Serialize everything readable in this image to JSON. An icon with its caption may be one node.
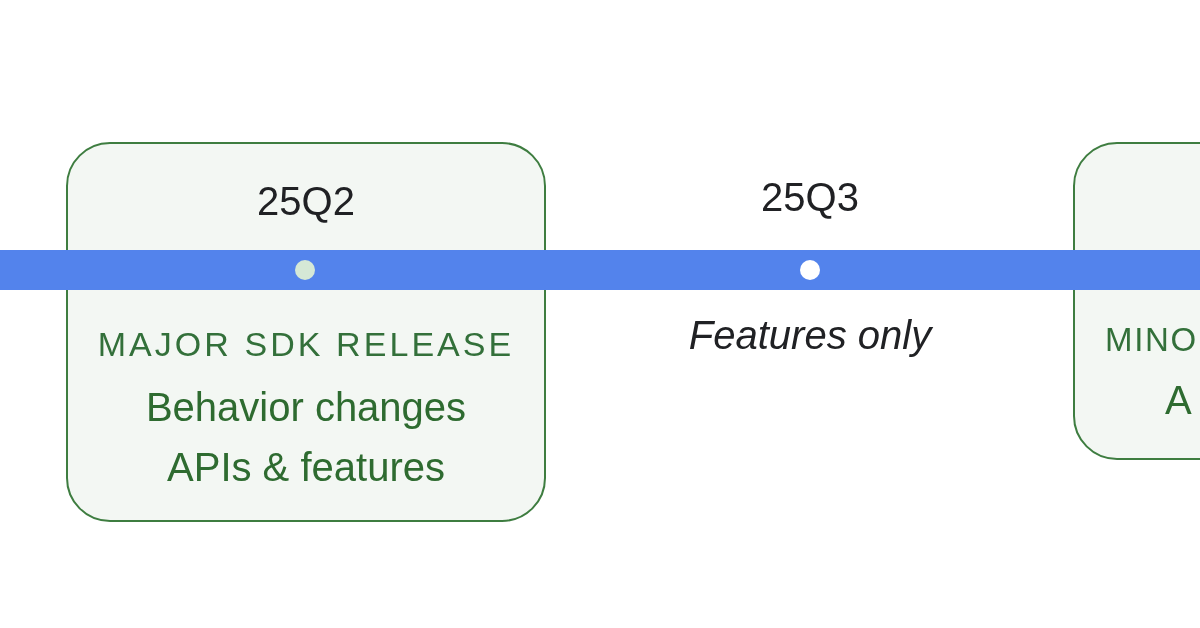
{
  "diagram": {
    "nodes": [
      {
        "text": [
          "25Q2",
          "MAJOR SDK RELEASE",
          "Behavior changes",
          "APIs & features"
        ]
      },
      {
        "text": [
          "MINO",
          "A"
        ]
      }
    ],
    "labels": [
      "25Q3",
      "Features only"
    ]
  }
}
